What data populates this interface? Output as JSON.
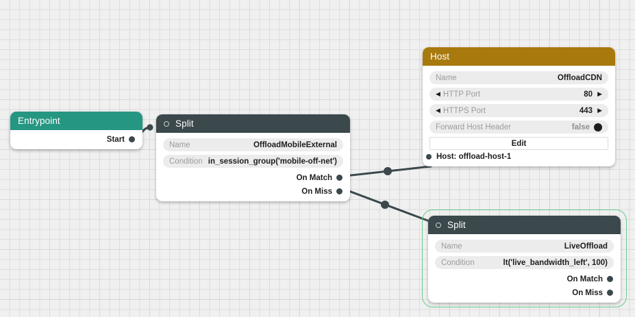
{
  "canvas": {
    "background_color": "#f0f0f0",
    "grid_color": "#dcdcdc",
    "grid_major_color": "#cfcfcf",
    "edge_color": "#3b484c",
    "selection_color": "#67c98c"
  },
  "nodes": {
    "entrypoint": {
      "title": "Entrypoint",
      "header_color": "#259682",
      "ports": {
        "start": "Start"
      }
    },
    "split_1": {
      "title": "Split",
      "header_color": "#3b484c",
      "icon": "circle-icon",
      "fields": [
        {
          "label": "Name",
          "value": "OffloadMobileExternal"
        },
        {
          "label": "Condition",
          "value": "in_session_group('mobile-off-net')"
        }
      ],
      "ports": {
        "on_match": "On Match",
        "on_miss": "On Miss"
      }
    },
    "host": {
      "title": "Host",
      "header_color": "#a8790d",
      "fields": [
        {
          "label": "Name",
          "value": "OffloadCDN"
        },
        {
          "label": "HTTP Port",
          "value": "80"
        },
        {
          "label": "HTTPS Port",
          "value": "443"
        },
        {
          "label": "Forward Host Header",
          "value": "false"
        }
      ],
      "edit_label": "Edit",
      "input_port": "Host: offload-host-1"
    },
    "split_2": {
      "title": "Split",
      "header_color": "#3b484c",
      "icon": "circle-icon",
      "selected": true,
      "fields": [
        {
          "label": "Name",
          "value": "LiveOffload"
        },
        {
          "label": "Condition",
          "value": "lt('live_bandwidth_left', 100)"
        }
      ],
      "ports": {
        "on_match": "On Match",
        "on_miss": "On Miss"
      }
    }
  },
  "glyphs": {
    "arrow_left": "◀",
    "arrow_right": "▶"
  },
  "edges": [
    {
      "from": "entrypoint.start",
      "to": "split_1.input"
    },
    {
      "from": "split_1.on_match",
      "to": "host.input"
    },
    {
      "from": "split_1.on_miss",
      "to": "split_2.input"
    }
  ]
}
